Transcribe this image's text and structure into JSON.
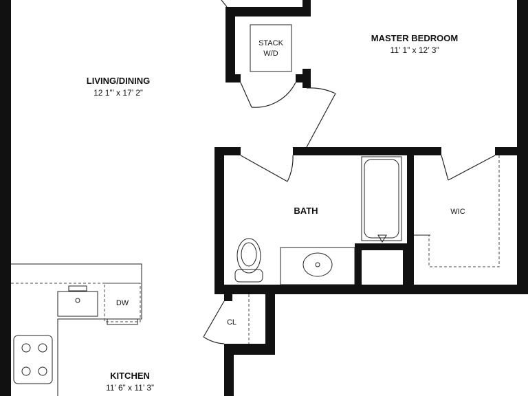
{
  "rooms": {
    "master_bedroom": {
      "name": "MASTER BEDROOM",
      "dims": "11’ 1” x 12’ 3”"
    },
    "living_dining": {
      "name": "LIVING/DINING",
      "dims": "12 1”’ x 17’ 2”"
    },
    "bath": {
      "name": "BATH"
    },
    "wic": {
      "name": "WIC"
    },
    "closet": {
      "name": "CL"
    },
    "kitchen": {
      "name": "KITCHEN",
      "dims": "11’ 6” x 11’ 3”"
    }
  },
  "fixtures": {
    "stack_line1": "STACK",
    "stack_line2": "W/D",
    "dishwasher": "DW"
  }
}
